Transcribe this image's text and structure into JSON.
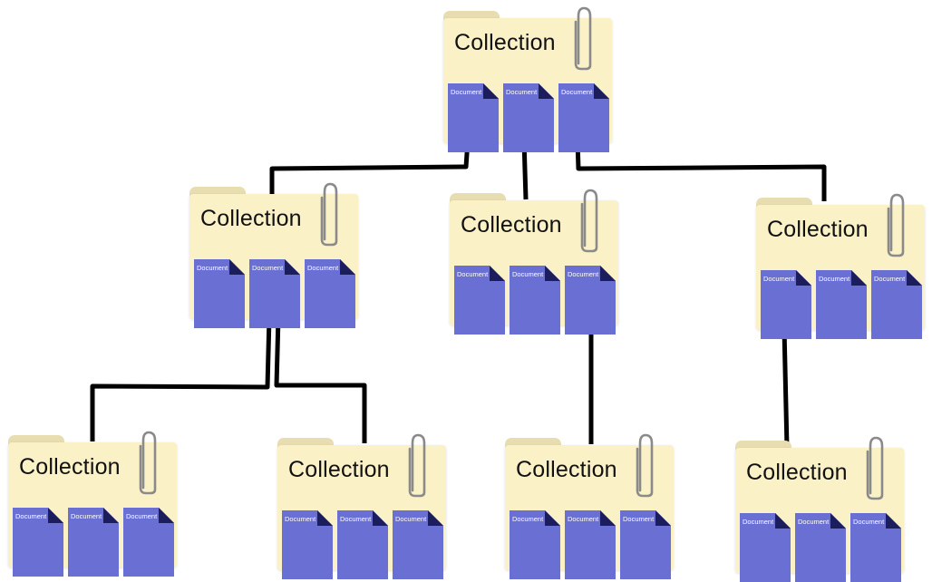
{
  "folders": [
    {
      "id": "root",
      "title": "Collection",
      "docs": [
        "Document",
        "Document",
        "Document"
      ]
    },
    {
      "id": "mid-left",
      "title": "Collection",
      "docs": [
        "Document",
        "Document",
        "Document"
      ]
    },
    {
      "id": "mid-center",
      "title": "Collection",
      "docs": [
        "Document",
        "Document",
        "Document"
      ]
    },
    {
      "id": "mid-right",
      "title": "Collection",
      "docs": [
        "Document",
        "Document",
        "Document"
      ]
    },
    {
      "id": "leaf-1",
      "title": "Collection",
      "docs": [
        "Document",
        "Document",
        "Document"
      ]
    },
    {
      "id": "leaf-2",
      "title": "Collection",
      "docs": [
        "Document",
        "Document",
        "Document"
      ]
    },
    {
      "id": "leaf-3",
      "title": "Collection",
      "docs": [
        "Document",
        "Document",
        "Document"
      ]
    },
    {
      "id": "leaf-4",
      "title": "Collection",
      "docs": [
        "Document",
        "Document",
        "Document"
      ]
    }
  ],
  "colors": {
    "folder_body": "#fbf1c7",
    "folder_tab": "#e8ddb0",
    "document": "#6a6fd3",
    "document_fold": "#1c1d5c",
    "connector": "#000000",
    "paperclip": "#8a8a8a"
  }
}
